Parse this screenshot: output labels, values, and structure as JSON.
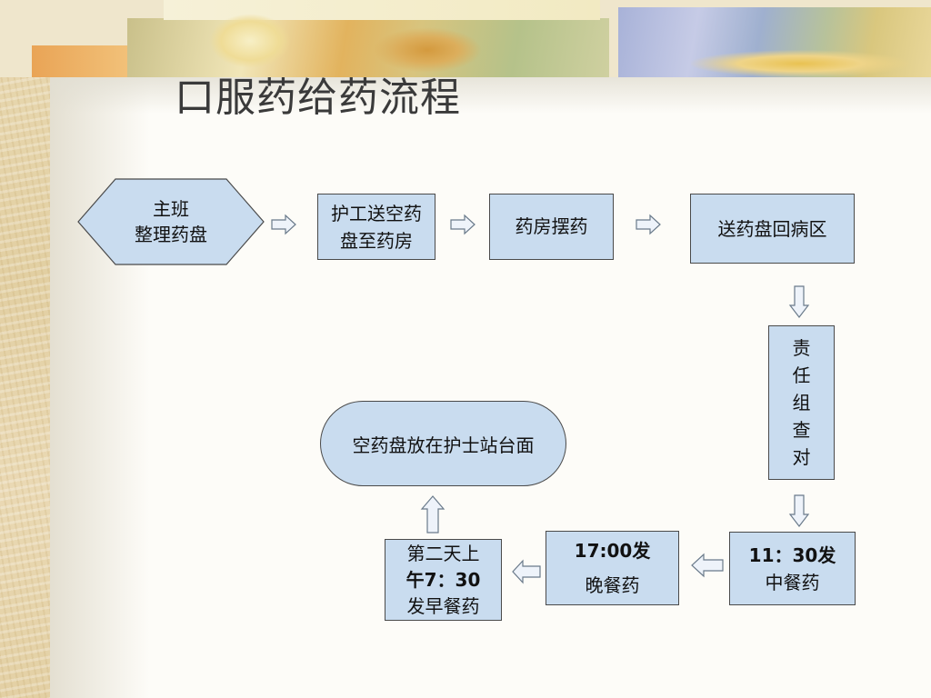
{
  "title": "口服药给药流程",
  "colors": {
    "box_fill": "#c9dcef",
    "box_border": "#4a4a4a",
    "arrow_fill": "#eef3fa",
    "arrow_stroke": "#6a7a8a"
  },
  "steps": {
    "head_nurse": {
      "line1": "主班",
      "line2": "整理药盘"
    },
    "worker_deliver": {
      "line1": "护工送空药",
      "line2": "盘至药房"
    },
    "pharmacy_dispense": {
      "label": "药房摆药"
    },
    "return_ward": {
      "label": "送药盘回病区"
    },
    "team_check": {
      "chars": [
        "责",
        "任",
        "组",
        "查",
        "对"
      ]
    },
    "noon_dose": {
      "line1": "11：30发",
      "line2": "中餐药"
    },
    "evening_dose": {
      "line1": "17:00发",
      "line2": "晚餐药"
    },
    "morning_dose": {
      "line1": "第二天上",
      "line2": "午7：30",
      "line3": "发早餐药"
    },
    "empty_tray": {
      "label": "空药盘放在护士站台面"
    }
  }
}
